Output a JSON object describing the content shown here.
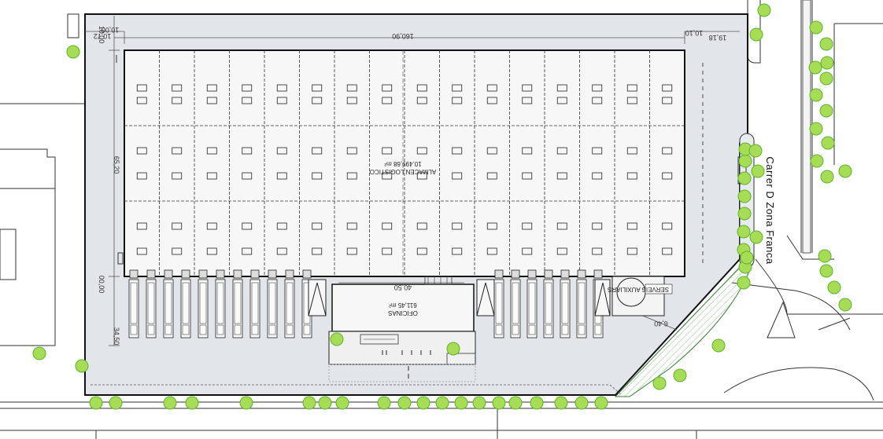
{
  "warehouse": {
    "name": "ALMACEN LOGISTICO",
    "area": "10.499,68 m²"
  },
  "offices": {
    "name": "OFICINAS",
    "area": "611,45 m²"
  },
  "aux_building": {
    "label": "SERVEIS AUXILIARS"
  },
  "street": {
    "name": "Carrer D Zona Franca"
  },
  "dimensions": {
    "top_length": "160,90",
    "left_top_setback": "10,72",
    "right_top_setback": "10,10",
    "right_top_outer": "19,18",
    "building_depth": "65,20",
    "front_apron": "34,50",
    "office_width": "40,50",
    "side_setback_right": "6,40",
    "zero_left_top": "10,00",
    "zero_left_bottom": "00,00",
    "left_corner_small": "10,00"
  },
  "colors": {
    "site_fill": "#e2e5e9",
    "tree_fill": "#a6dd55",
    "tree_stroke": "#5fb32e",
    "green_strip": "#d6ead2",
    "line": "#1a1a1a"
  }
}
